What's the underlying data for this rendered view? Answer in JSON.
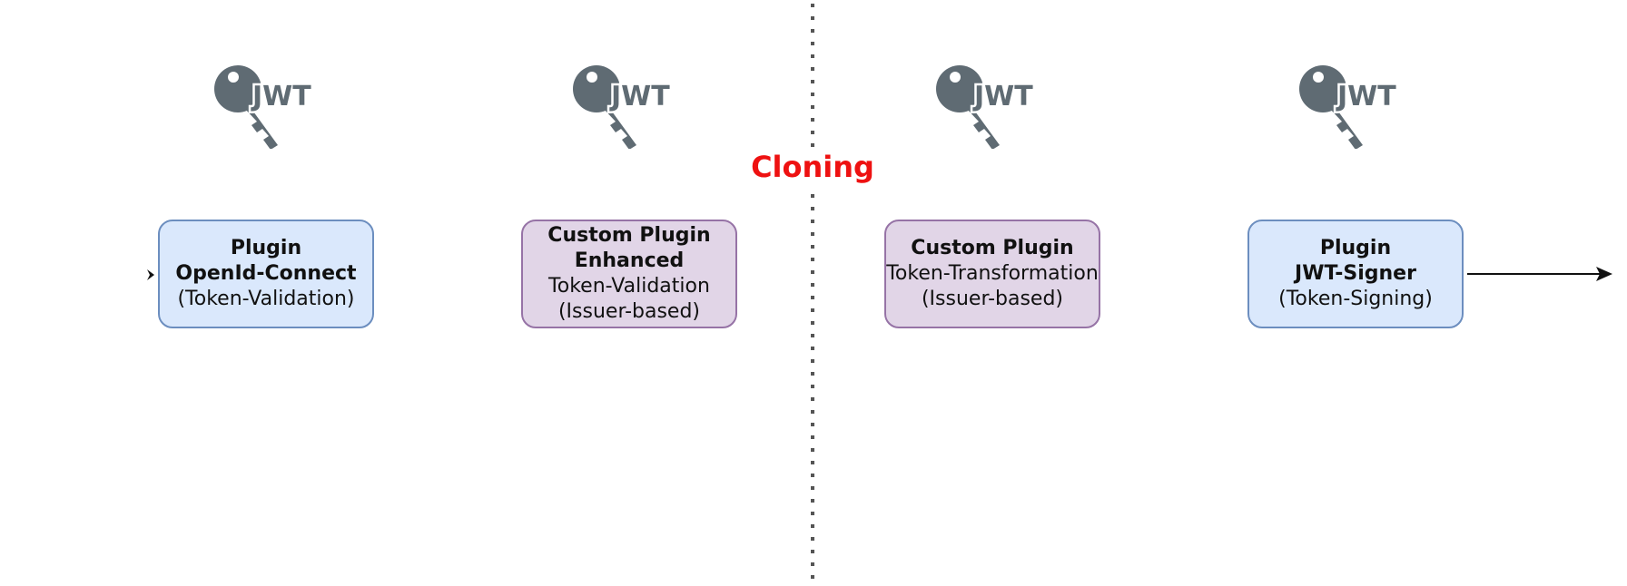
{
  "icon_name": "jwt-key-icon",
  "icon_text": "JWT",
  "icon_color": "#5f6b73",
  "divider_label": "Cloning",
  "divider_label_color": "#ee1111",
  "plugins": [
    {
      "line1": "Plugin",
      "line2": "OpenId-Connect",
      "line3": "(Token-Validation)",
      "style": "blue"
    },
    {
      "line1": "Custom Plugin",
      "line2": "Enhanced",
      "line3": "Token-Validation",
      "line4": "(Issuer-based)",
      "style": "purple"
    },
    {
      "line1": "Custom Plugin",
      "line2": "Token-Transformation",
      "line3": "(Issuer-based)",
      "style": "purple"
    },
    {
      "line1": "Plugin",
      "line2": "JWT-Signer",
      "line3": "(Token-Signing)",
      "style": "blue"
    }
  ],
  "colors": {
    "blue_fill": "#dae8fc",
    "blue_stroke": "#6c8ebf",
    "purple_fill": "#e1d5e7",
    "purple_stroke": "#9673a6",
    "divider": "#555555"
  }
}
